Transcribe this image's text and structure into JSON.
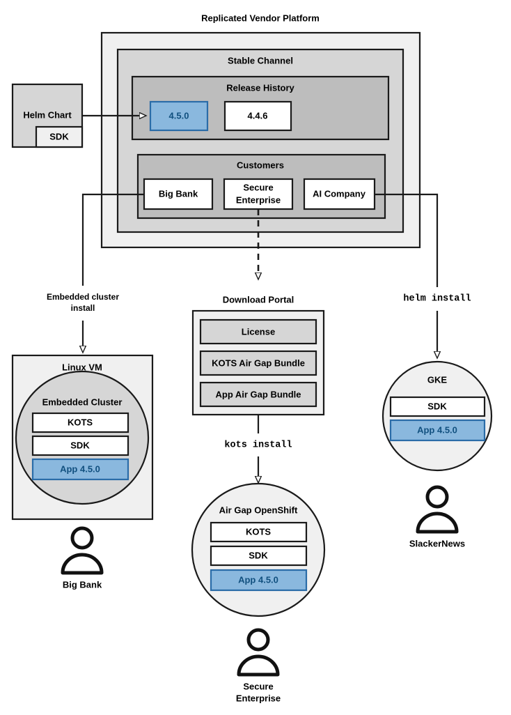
{
  "title": "Replicated Vendor Platform",
  "platform": {
    "channel": {
      "title": "Stable Channel"
    },
    "release_history": {
      "title": "Release History",
      "releases": [
        {
          "version": "4.5.0",
          "highlighted": true
        },
        {
          "version": "4.4.6",
          "highlighted": false
        }
      ]
    },
    "customers": {
      "title": "Customers",
      "items": [
        {
          "name": "Big Bank"
        },
        {
          "name": "Secure",
          "name2": "Enterprise"
        },
        {
          "name": "AI Company"
        }
      ]
    }
  },
  "source": {
    "helm_chart_label": "Helm Chart",
    "sdk_label": "SDK"
  },
  "edges": {
    "embedded_install": {
      "line1": "Embedded cluster",
      "line2": "install"
    },
    "kots_install": "kots install",
    "helm_install": "helm install"
  },
  "targets": {
    "linux_vm": {
      "title": "Linux VM",
      "cluster_title": "Embedded Cluster",
      "components": [
        {
          "label": "KOTS",
          "highlighted": false
        },
        {
          "label": "SDK",
          "highlighted": false
        },
        {
          "label": "App 4.5.0",
          "highlighted": true
        }
      ],
      "customer": "Big Bank"
    },
    "download_portal": {
      "title": "Download Portal",
      "artifacts": [
        {
          "label": "License"
        },
        {
          "label": "KOTS Air Gap Bundle"
        },
        {
          "label": "App Air Gap Bundle"
        }
      ]
    },
    "airgap_openshift": {
      "title": "Air Gap OpenShift",
      "components": [
        {
          "label": "KOTS",
          "highlighted": false
        },
        {
          "label": "SDK",
          "highlighted": false
        },
        {
          "label": "App 4.5.0",
          "highlighted": true
        }
      ],
      "customer_line1": "Secure",
      "customer_line2": "Enterprise"
    },
    "gke": {
      "title": "GKE",
      "components": [
        {
          "label": "SDK",
          "highlighted": false
        },
        {
          "label": "App 4.5.0",
          "highlighted": true
        }
      ],
      "customer": "SlackerNews"
    }
  },
  "colors": {
    "highlight_fill": "#8ab8de",
    "highlight_stroke": "#2a6ca8",
    "highlight_text": "#11507f",
    "outer_fill": "#f0f0f0",
    "channel_fill": "#d6d6d6",
    "inner_fill": "#bdbdbd",
    "stroke": "#1a1a1a"
  }
}
